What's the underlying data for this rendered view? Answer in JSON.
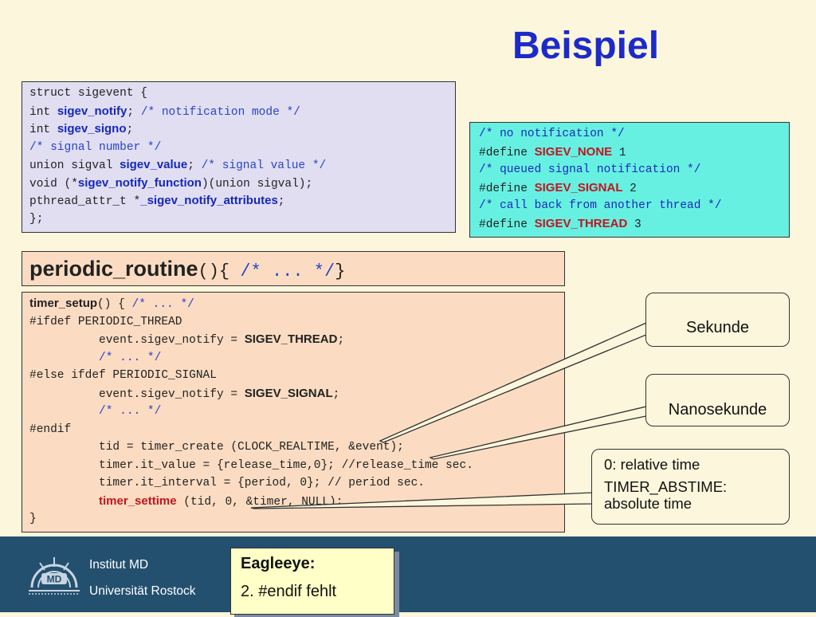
{
  "slide": {
    "title": "Beispiel"
  },
  "struct_code": {
    "line1": "struct sigevent {",
    "line2_pre": "int ",
    "line2_kw": "sigev_notify",
    "line2_mid": "; ",
    "line2_cm": "/* notification mode */",
    "line3_pre": "int ",
    "line3_kw": "sigev_signo",
    "line3_post": ";",
    "line4_cm": "/* signal number */",
    "line5_pre": "union sigval ",
    "line5_kw": "sigev_value",
    "line5_mid": "; ",
    "line5_cm": "/* signal value */",
    "line6_pre": "void (*",
    "line6_kw": "sigev_notify_function",
    "line6_post": ")(union sigval);",
    "line7_pre": "pthread_attr_t *",
    "line7_kw": "_sigev_notify_attributes",
    "line7_post": ";",
    "line8": "};"
  },
  "define_code": {
    "cm1": "/* no notification */",
    "def1_pre": "#define ",
    "def1_kw": "SIGEV_NONE",
    "def1_val": " 1",
    "cm2": "/* queued signal notification */",
    "def2_pre": "#define ",
    "def2_kw": "SIGEV_SIGNAL",
    "def2_val": " 2",
    "cm3": "/* call back from another thread */",
    "def3_pre": "#define ",
    "def3_kw": "SIGEV_THREAD",
    "def3_val": " 3"
  },
  "periodic": {
    "name": "periodic_routine",
    "parens": "(){",
    "comment": " /* ... */",
    "close": "}"
  },
  "setup_code": {
    "l1_kw": "timer_setup",
    "l1_mid": "() { ",
    "l1_cm": "/* ... */",
    "l2": "#ifdef PERIODIC_THREAD",
    "l3_pre": "          event.sigev_notify = ",
    "l3_kw": "SIGEV_THREAD",
    "l3_post": ";",
    "l4_cm": "          /* ... */",
    "l5": "#else ifdef PERIODIC_SIGNAL",
    "l6_pre": "          event.sigev_notify = ",
    "l6_kw": "SIGEV_SIGNAL",
    "l6_post": ";",
    "l7_cm": "          /* ... */",
    "l8": "#endif",
    "l9": "          tid = timer_create (CLOCK_REALTIME, &event);",
    "l10": "          timer.it_value = {release_time,0}; //release_time sec.",
    "l11": "          timer.it_interval = {period, 0}; // period sec.",
    "l12_indent": "          ",
    "l12_kw": "timer_settime",
    "l12_post": " (tid, 0, &timer, NULL);",
    "l13": "}"
  },
  "callouts": {
    "sekunde": "Sekunde",
    "nanosekunde": "Nanosekunde",
    "relative": "0: relative time",
    "abstime_1": "TIMER_ABSTIME:",
    "abstime_2": "absolute time"
  },
  "footer": {
    "logo_text": "MD",
    "institute": "Institut MD",
    "university": "Universität Rostock",
    "eagleeye_title": "Eagleeye:",
    "eagleeye_text": "2. #endif fehlt"
  },
  "colors": {
    "title": "#1c2bc8",
    "keyword_blue": "#1628b9",
    "keyword_red": "#c2151d",
    "struct_bg": "#e1def2",
    "define_bg": "#66f0e2",
    "code_bg": "#fbdcc2",
    "page_bg": "#fbf6dc",
    "footer_bg": "#24506f",
    "eagleeye_bg": "#ffffc8"
  }
}
